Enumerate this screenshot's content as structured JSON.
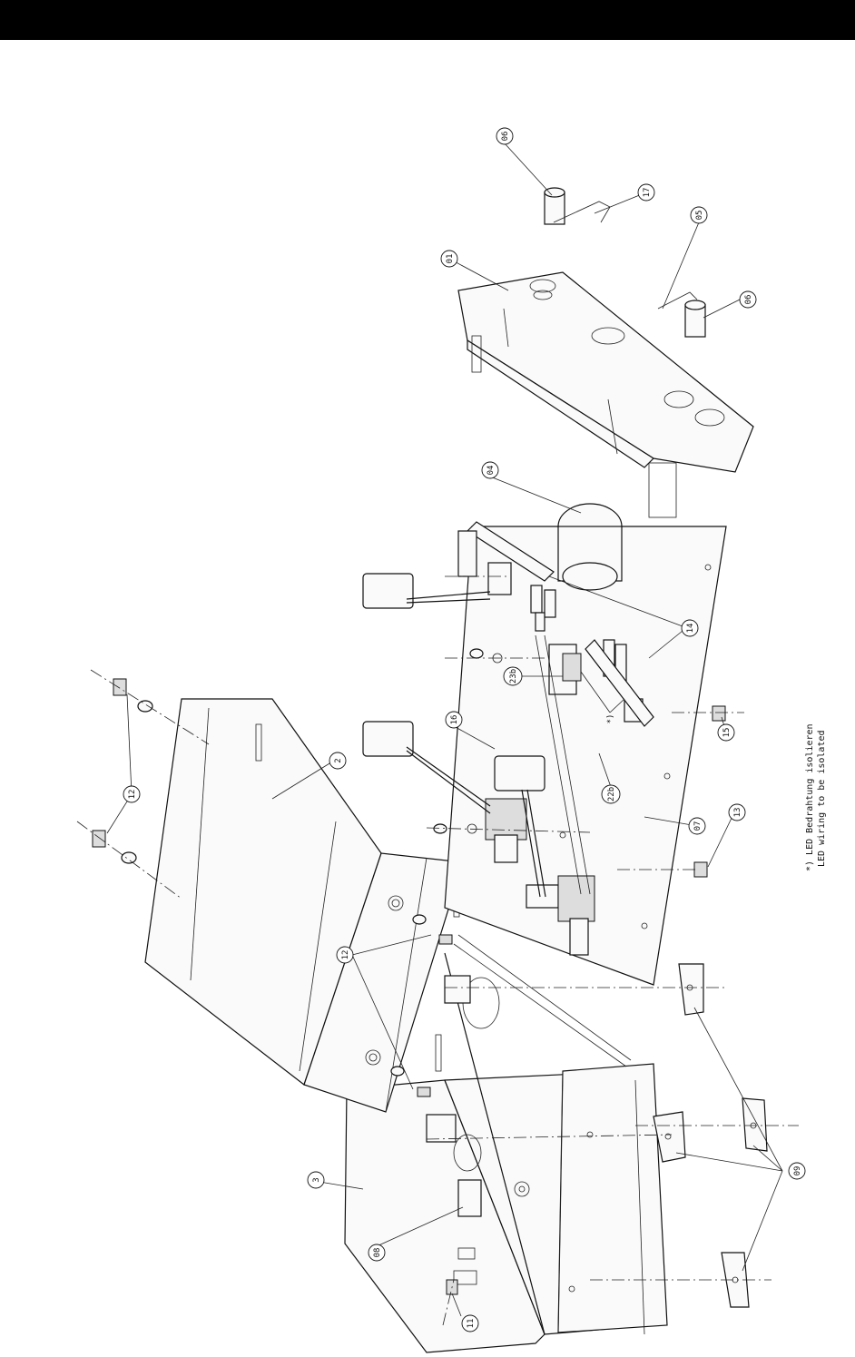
{
  "callouts": {
    "c01": "01",
    "c02": "2",
    "c03": "3",
    "c04": "04",
    "c05": "05",
    "c06a": "06",
    "c06b": "06",
    "c07": "07",
    "c08": "08",
    "c09": "09",
    "c11": "11",
    "c12a": "12",
    "c12b": "12",
    "c13": "13",
    "c14": "14",
    "c15": "15",
    "c16": "16",
    "c17": "17",
    "c22b": "22b",
    "c23b": "23b",
    "star": "*)"
  },
  "note": {
    "line1": "*) LED Bedrahtung isolieren",
    "line2": "LED wiring to be isolated"
  }
}
